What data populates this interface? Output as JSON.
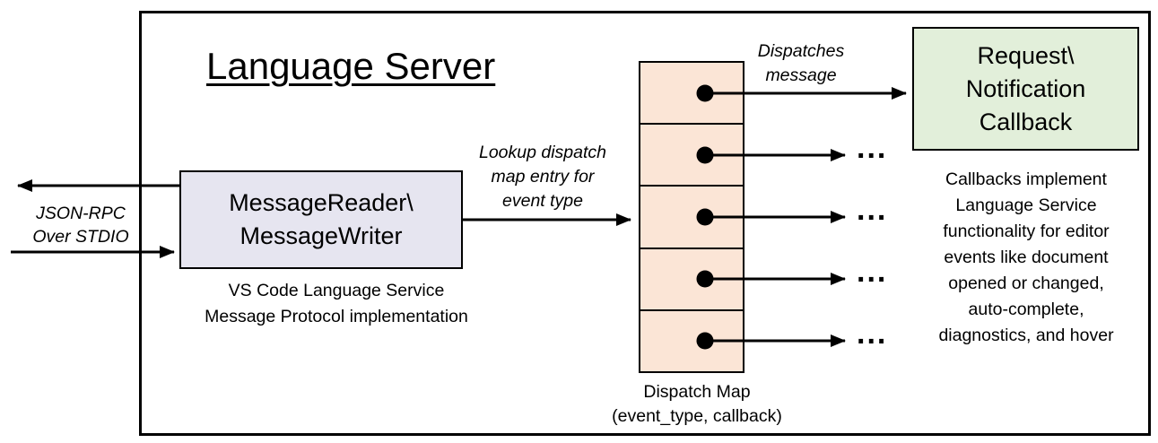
{
  "title": "Language Server",
  "json_rpc_label": "JSON-RPC\nOver STDIO",
  "message_box": {
    "text": "MessageReader\\\nMessageWriter",
    "caption": "VS Code Language Service\nMessage Protocol implementation"
  },
  "lookup_label": "Lookup dispatch\nmap entry for\nevent type",
  "dispatches_label": "Dispatches\nmessage",
  "dispatch_map": {
    "rows": 5,
    "caption": "Dispatch Map\n(event_type, callback)"
  },
  "callback_box": {
    "text": "Request\\\nNotification\nCallback"
  },
  "right_note": "Callbacks implement\nLanguage Service\nfunctionality for editor\nevents like document\nopened or changed,\nauto-complete,\ndiagnostics, and hover",
  "ellipsis": "...",
  "colors": {
    "message_box_fill": "#e6e5f0",
    "dispatch_fill": "#fbe5d6",
    "callback_fill": "#e2efda",
    "border": "#000000"
  }
}
